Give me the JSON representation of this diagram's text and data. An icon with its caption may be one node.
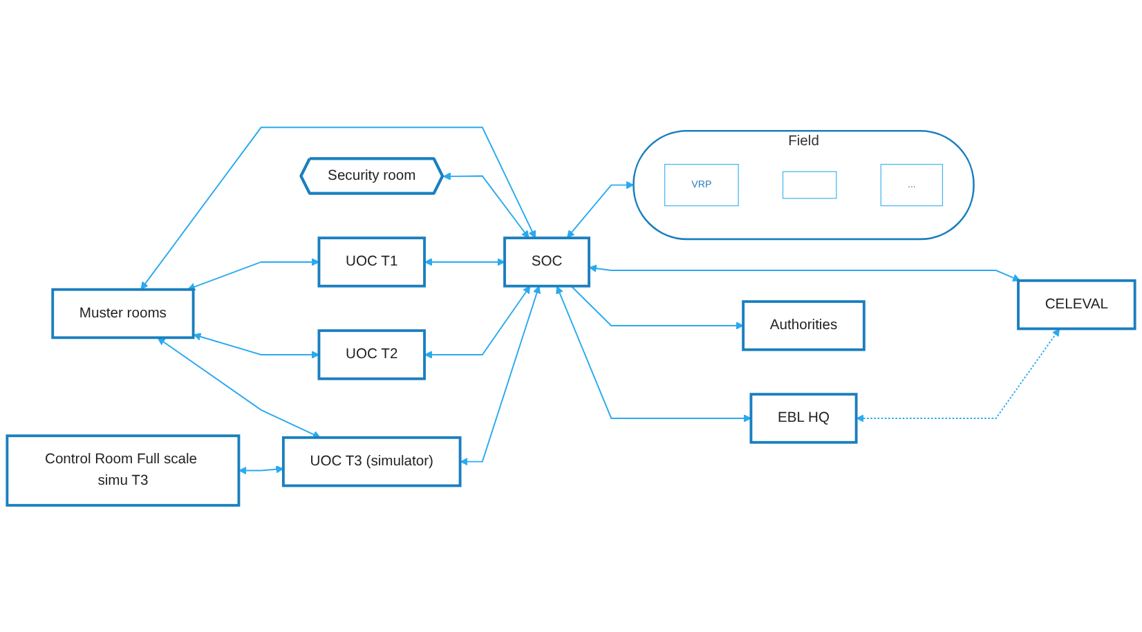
{
  "diagram": {
    "nodes": [
      {
        "text": [
          "Muster rooms"
        ]
      },
      {
        "text": [
          "Security room"
        ]
      },
      {
        "text": [
          "UOC T1"
        ]
      },
      {
        "text": [
          "UOC T2"
        ]
      },
      {
        "text": [
          "UOC T3 (simulator)"
        ]
      },
      {
        "text": [
          "SOC"
        ]
      },
      {
        "text": [
          "EBL HQ"
        ]
      },
      {
        "text": [
          "CELEVAL"
        ]
      },
      {
        "text": [
          "Control Room Full scale simu T3"
        ]
      },
      {
        "text": [
          "Authorities"
        ]
      },
      {
        "text": [
          "Field"
        ]
      },
      {
        "text": [
          "VRP"
        ],
        "in": 10
      },
      {
        "text": [],
        "shape": "box",
        "in": 10
      },
      {
        "text": [
          "..."
        ],
        "in": 10
      }
    ],
    "edges": [
      {
        "from": 0,
        "to": 2,
        "arrow": "both"
      },
      {
        "from": 0,
        "to": 3,
        "arrow": "both"
      },
      {
        "from": 0,
        "to": 4,
        "arrow": "both"
      },
      {
        "from": 0,
        "to": 5,
        "arrow": "both"
      },
      {
        "from": 1,
        "to": 5,
        "arrow": "both"
      },
      {
        "from": 2,
        "to": 5,
        "arrow": "both"
      },
      {
        "from": 3,
        "to": 5,
        "arrow": "both"
      },
      {
        "from": 4,
        "to": 5,
        "arrow": "both"
      },
      {
        "from": 5,
        "to": 10,
        "arrow": "both"
      },
      {
        "from": 5,
        "to": 6,
        "arrow": "both"
      },
      {
        "from": 5,
        "to": 7,
        "arrow": "both"
      },
      {
        "from": 5,
        "to": 9,
        "arrow": "to"
      },
      {
        "from": 6,
        "to": 7,
        "arrow": "both",
        "style": "dashed"
      },
      {
        "from": 8,
        "to": 4,
        "arrow": "both"
      }
    ]
  }
}
